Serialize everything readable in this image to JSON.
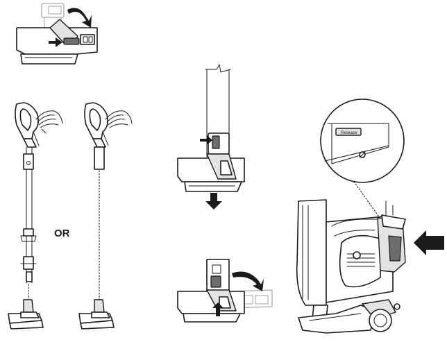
{
  "labels": {
    "or": "OR",
    "release": "Release"
  },
  "icons": {
    "step_arrows": [
      "curved-arrow",
      "push-arrow",
      "down-arrow",
      "up-arrow"
    ]
  },
  "colors": {
    "ink": "#1a1a1a",
    "fill_light": "#e3e3e3",
    "fill_dark": "#6d6d6d",
    "ghost": "#a8a8a8"
  }
}
